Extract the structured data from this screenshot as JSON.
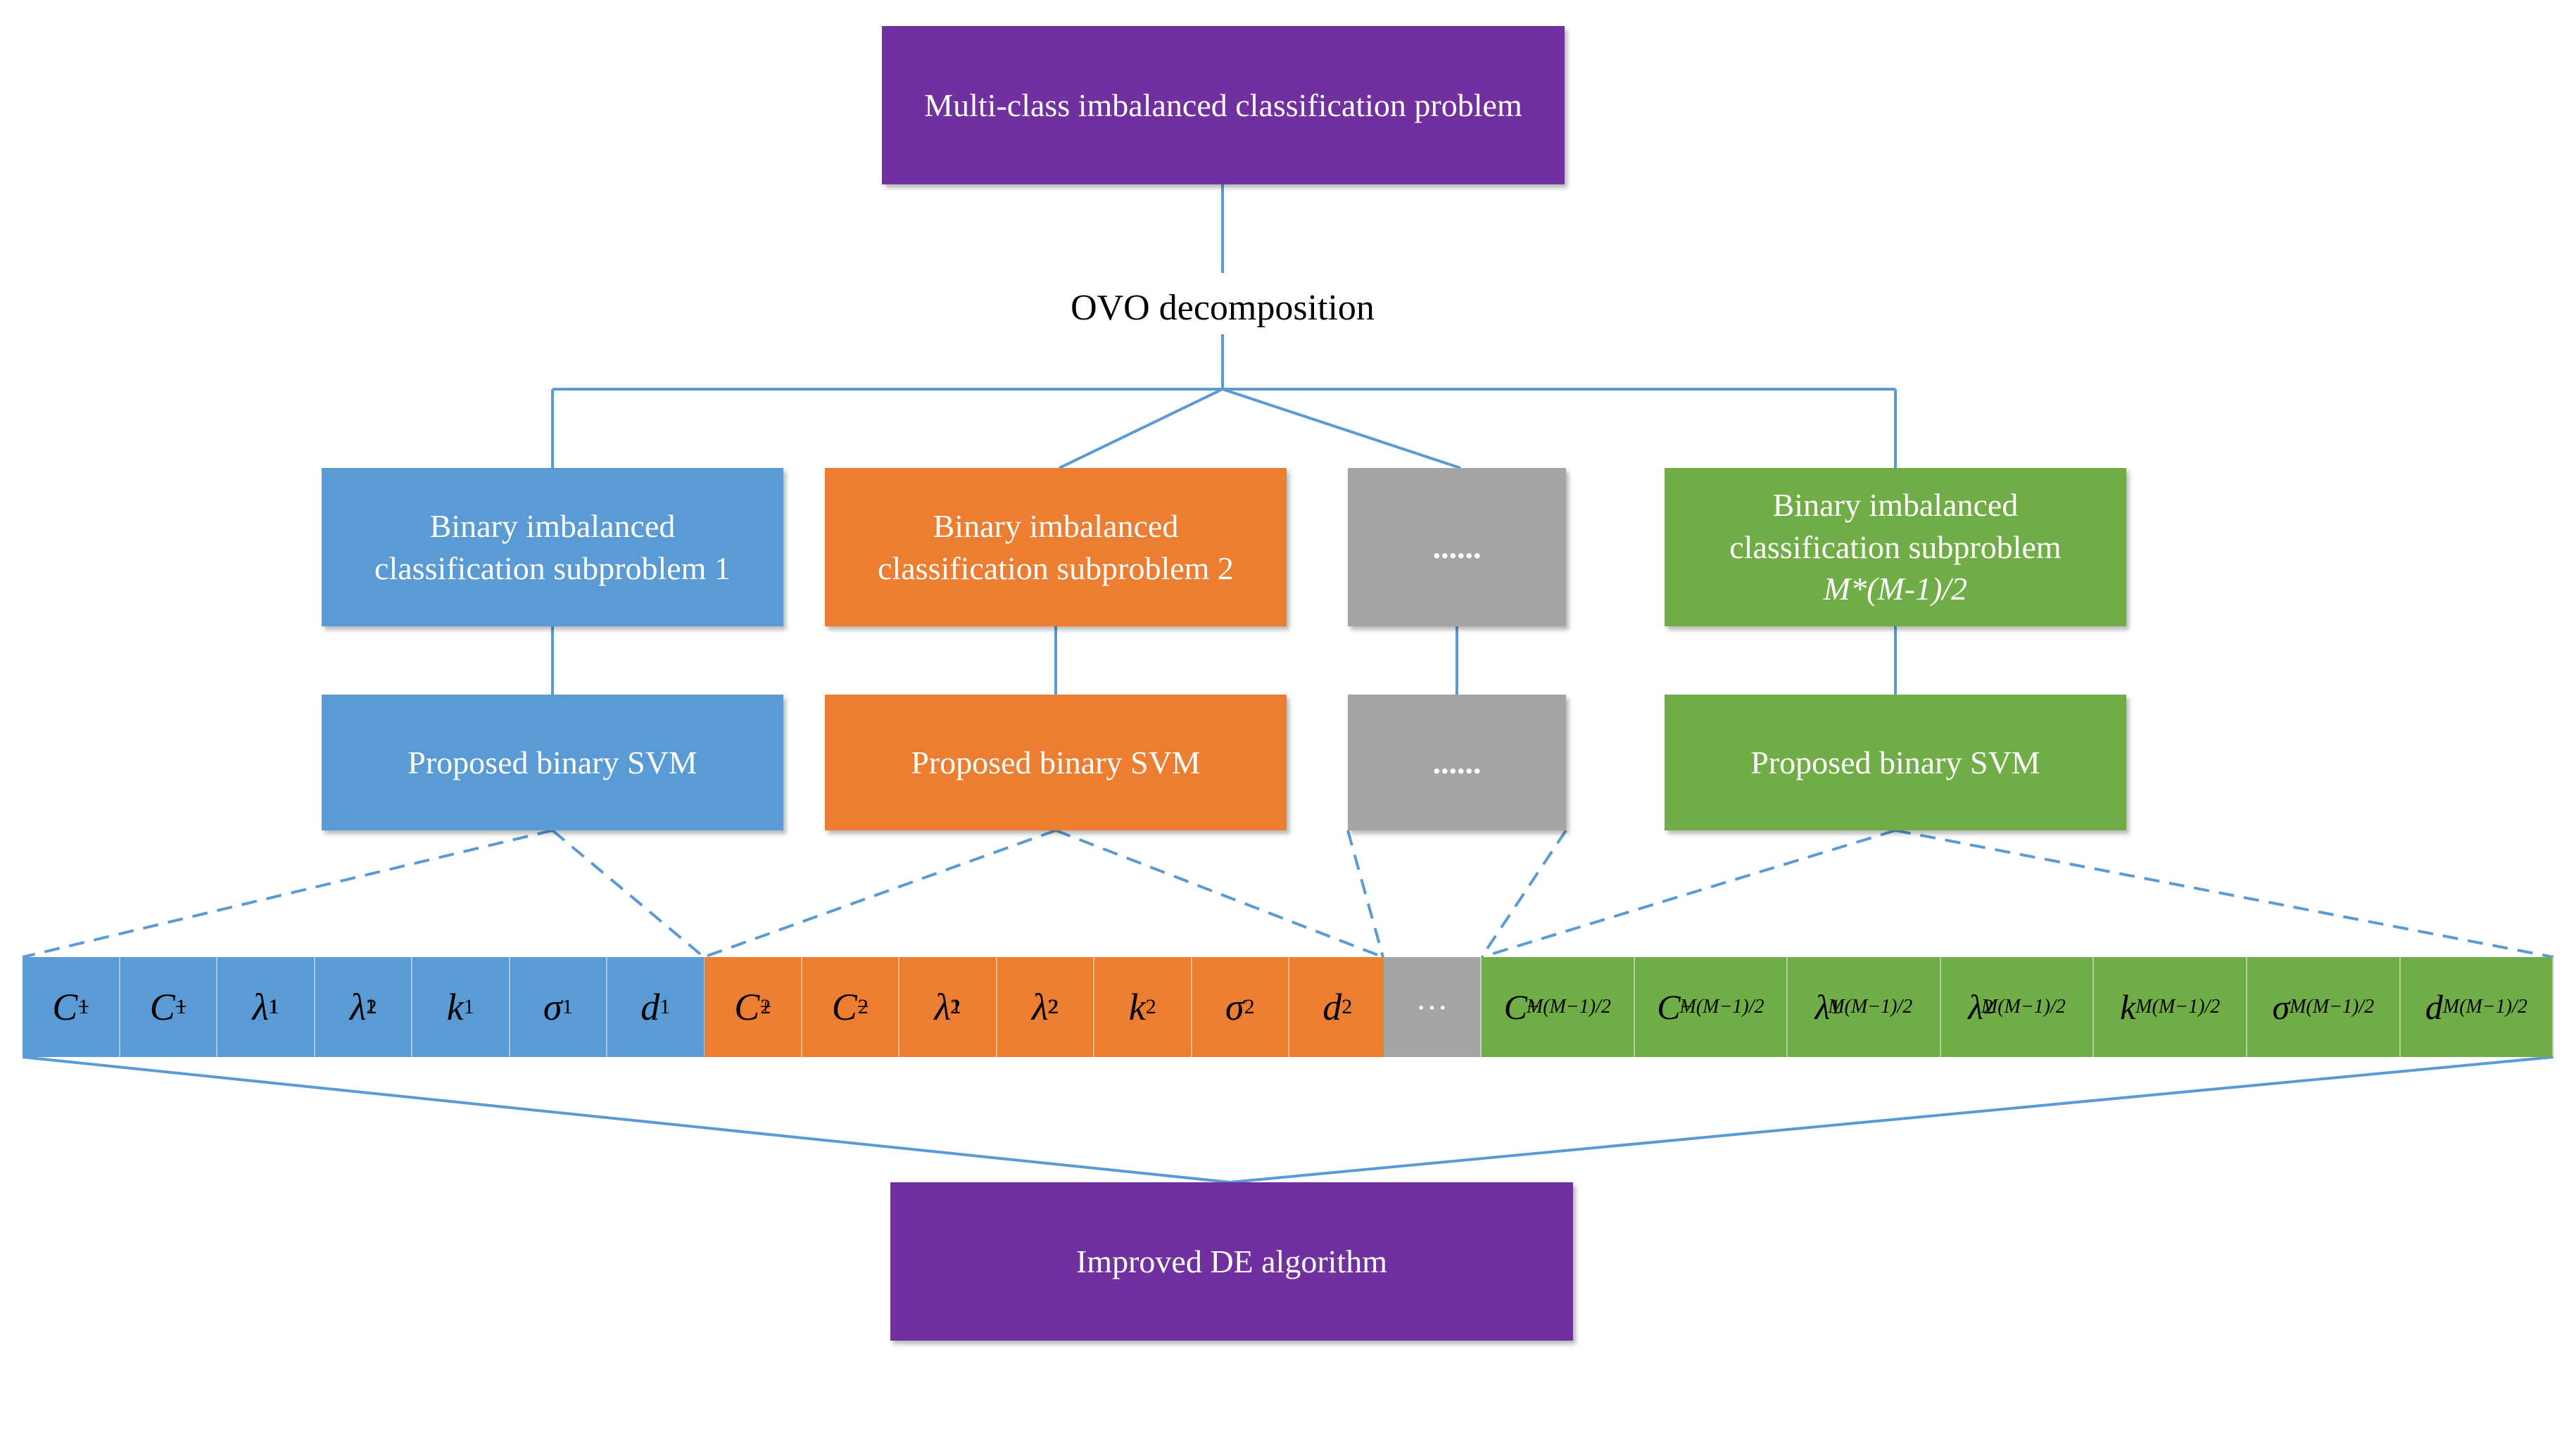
{
  "top_box": "Multi-class imbalanced classification problem",
  "decomposition_label": "OVO decomposition",
  "subproblems": [
    {
      "lines": [
        "Binary imbalanced",
        "classification subproblem 1"
      ],
      "color": "#5b9bd5"
    },
    {
      "lines": [
        "Binary imbalanced",
        "classification subproblem 2"
      ],
      "color": "#ed7d31"
    },
    {
      "lines": [
        "......"
      ],
      "color": "#a5a5a5"
    },
    {
      "lines": [
        "Binary imbalanced",
        "classification subproblem",
        "M*(M-1)/2"
      ],
      "color": "#70ad47"
    }
  ],
  "svm_boxes": [
    "Proposed binary SVM",
    "Proposed binary SVM",
    "......",
    "Proposed binary SVM"
  ],
  "params": {
    "group1": [
      {
        "base": "C",
        "sup": "1",
        "sub": "+"
      },
      {
        "base": "C",
        "sup": "1",
        "sub": "−"
      },
      {
        "base": "λ",
        "sup": "1",
        "sub": "1"
      },
      {
        "base": "λ",
        "sup": "1",
        "sub": "2"
      },
      {
        "base": "k",
        "sup": "1",
        "sub": ""
      },
      {
        "base": "σ",
        "sup": "1",
        "sub": ""
      },
      {
        "base": "d",
        "sup": "1",
        "sub": ""
      }
    ],
    "group2": [
      {
        "base": "C",
        "sup": "2",
        "sub": "+"
      },
      {
        "base": "C",
        "sup": "2",
        "sub": "−"
      },
      {
        "base": "λ",
        "sup": "2",
        "sub": "1"
      },
      {
        "base": "λ",
        "sup": "2",
        "sub": "2"
      },
      {
        "base": "k",
        "sup": "2",
        "sub": ""
      },
      {
        "base": "σ",
        "sup": "2",
        "sub": ""
      },
      {
        "base": "d",
        "sup": "2",
        "sub": ""
      }
    ],
    "ellipsis": "···",
    "group3": [
      {
        "base": "C",
        "sup": "M(M−1)/2",
        "sub": "+"
      },
      {
        "base": "C",
        "sup": "M(M−1)/2",
        "sub": "−"
      },
      {
        "base": "λ",
        "sup": "M(M−1)/2",
        "sub": "1"
      },
      {
        "base": "λ",
        "sup": "M(M−1)/2",
        "sub": "2"
      },
      {
        "base": "k",
        "sup": "M(M−1)/2",
        "sub": ""
      },
      {
        "base": "σ",
        "sup": "M(M−1)/2",
        "sub": ""
      },
      {
        "base": "d",
        "sup": "M(M−1)/2",
        "sub": ""
      }
    ]
  },
  "bottom_box": "Improved DE algorithm",
  "colors": {
    "purple": "#7030a0",
    "blue": "#5b9bd5",
    "orange": "#ed7d31",
    "grey": "#a5a5a5",
    "green": "#70ad47",
    "connector": "#5b9bd5"
  }
}
